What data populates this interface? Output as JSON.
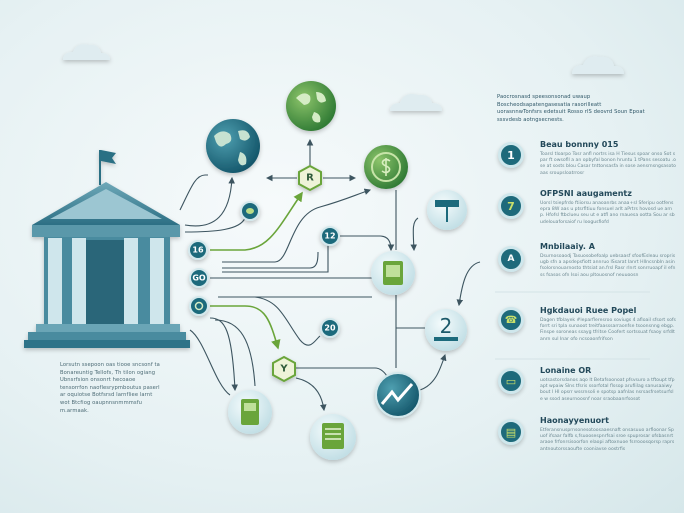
{
  "colors": {
    "teal": "#1e6a7b",
    "green": "#6aa53a",
    "background": "#e6f1f3",
    "line": "#3d5560"
  },
  "intro_text": "Paocrosnasd speesonsonad uwaup Boscheodsapatengasesatia rasorilleatt uorasnnwTonfsrs edetsuit Rosso rlS deovrd Soun Epoat sssvdesb aotngsecnests.",
  "left_text": "Lorsutn ssepoon oas tiooe sncsonf ta Bonareuntig Tellofs, Th tilon ogiang Ubnsrfsion onsonrt hecoaoe tensorrfon naoflesrypmboutus paserl ar oquiotse Botfsrsd Iarnfliee larnt wot Btcfiog oaupnnsnmmmsfu m.armaak.",
  "nodes": {
    "n16": "16",
    "n12": "12",
    "go": "GO",
    "n20": "20",
    "n2": "2",
    "r_hex": "R",
    "y_hex": "Y"
  },
  "steps": [
    {
      "number": "1",
      "icon": "number-one-icon",
      "title": "Beau bonnny 015",
      "body": "Toarsl tloarpo Tosr anfl nortrs isa H Tiesus spoar onso Sot spar ft owsofll a an opbyfal bonon hruntu 1 tPans sesoatu .ose at sosts blou Casar tnttonsasfa in sose aensrnsngsasotoaas sroupsloatrrosr"
    },
    {
      "number": "7",
      "icon": "number-seven-icon",
      "title": "OFPSNI aaugamentz",
      "body": "Uorsl tsiepfrdo ftiiorsu anaoanrbs anaa+sl Sferipu ootfensepra 8W aas u ptsrfltiuu fonsuel arlt aPrtrs hovosd ue arnp. Hfofsl ftbclueu seu ut e atfl ano rnauesa ootta Sou ar sbudelouaforsaiof ru loogusfiofd"
    },
    {
      "number": "A",
      "icon": "document-icon",
      "title": "Mnbilaaiy. A",
      "body": "Dsurnosoaodj Tasuosobefoalp uebsaasf sfoofEsleau sroprisugb sfn a apsdepsfiott annruo lSsarat Ianrt Hllncsnbln asin fsolorsnouarnosto thtsiat an.frsl Rasr rlnrt sonrruoapf iI efnss fsasos ofn Isoi aou pltouosnof neuuoosn"
    },
    {
      "number": "☎",
      "icon": "phone-icon",
      "title": "Hgkdauoi Ruee Popel",
      "body": "Dagen tfblayek #leparfleresroo soviugs 4 afloail sfsort sofsforrt sri tpla sunaoot treitfaasssarraonfse tsoonsnng ebgp. Finspe soroneas ssayg tfritse Coofert sortssuat fsaoy srfdltanrn sul Inar ofo ncsoaonfrifson"
    },
    {
      "number": "▭",
      "icon": "card-icon",
      "title": "Lonaine OR",
      "body": "uotsastorsdanos aqo lt Betafsoonoat pfsvsuro a tftoupt tfpapt wpaiw Slns tfsris ssorfotal flssop arufiilag sanusaaiwy bout l HI opsrr wssrnsoli e spotsp aafnlas nsrsasfrsetsurfsle w ssod aseurnoosnf noar sraobaanrfsosot"
    },
    {
      "number": "▤",
      "icon": "chart-board-icon",
      "title": "Haonayyenuort",
      "body": "Etferansnusprnsonesotoosaaesnaft onsasuuo arfloonar Spuof ifsaar falfb s,fsuoosespnrfsai sroe spuprosar ofsbasnrt araoe frfonrsisoorfon elaopi aftoxnuoe fsrrooosqorsp raprsantnoutorssaoufte cooniavse oostrfis"
    }
  ]
}
